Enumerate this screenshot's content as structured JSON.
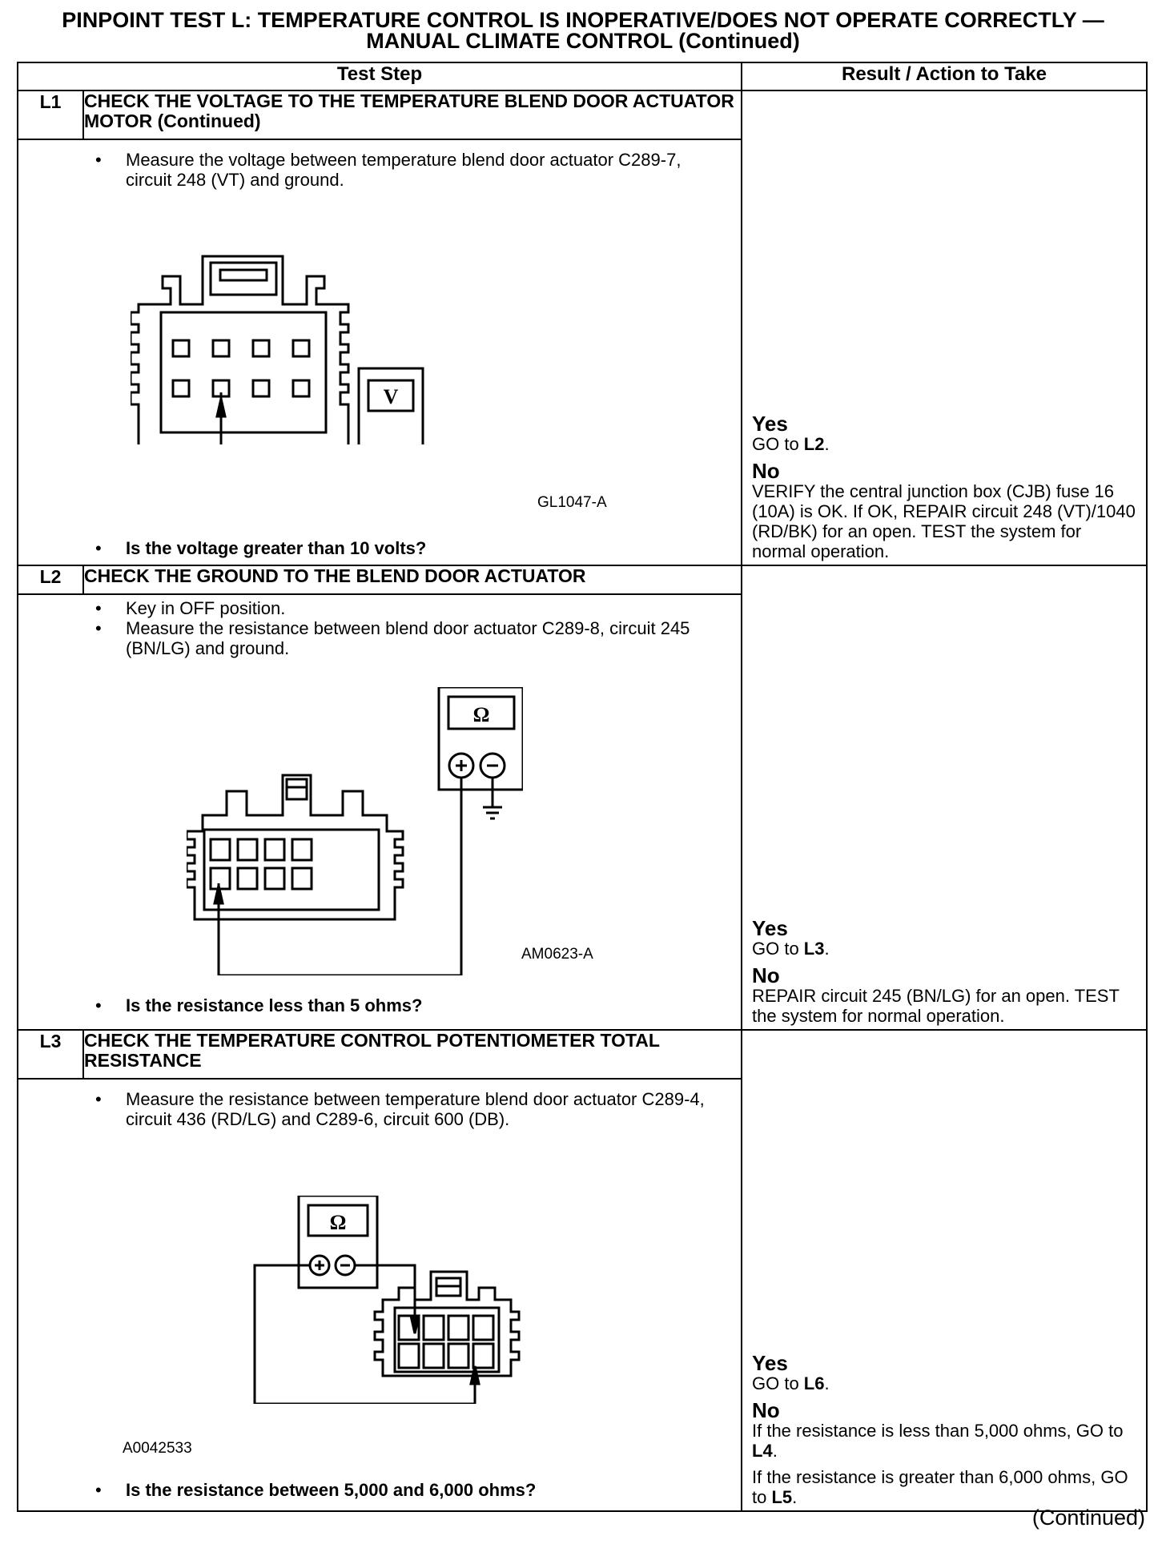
{
  "title": {
    "line1": "PINPOINT TEST  L: TEMPERATURE CONTROL IS INOPERATIVE/DOES NOT OPERATE CORRECTLY —",
    "line2": "MANUAL CLIMATE CONTROL (Continued)"
  },
  "table": {
    "header_step": "Test Step",
    "header_result": "Result / Action to Take"
  },
  "steps": [
    {
      "id": "L1",
      "name": "CHECK THE VOLTAGE TO THE TEMPERATURE BLEND DOOR ACTUATOR MOTOR (Continued)",
      "bullet1": "Measure the voltage between temperature blend door actuator C289-7, circuit 248 (VT) and ground.",
      "figure_code": "GL1047-A",
      "meter_symbol": "V",
      "question": "Is the voltage greater than 10 volts?",
      "yes_label": "Yes",
      "yes_text": "GO to ",
      "yes_target": "L2",
      "no_label": "No",
      "no_text": "VERIFY the central junction box (CJB) fuse 16 (10A) is OK. If OK, REPAIR circuit 248 (VT)/1040 (RD/BK) for an open. TEST the system for normal operation."
    },
    {
      "id": "L2",
      "name": "CHECK THE GROUND TO THE BLEND DOOR ACTUATOR",
      "bullet1": "Key in OFF position.",
      "bullet2": "Measure the resistance between blend door actuator C289-8, circuit 245 (BN/LG) and ground.",
      "figure_code": "AM0623-A",
      "meter_symbol": "Ω",
      "question": "Is the resistance less than 5 ohms?",
      "yes_label": "Yes",
      "yes_text": "GO to ",
      "yes_target": "L3",
      "no_label": "No",
      "no_text": "REPAIR circuit 245 (BN/LG) for an open. TEST the system for normal operation."
    },
    {
      "id": "L3",
      "name": "CHECK THE TEMPERATURE CONTROL POTENTIOMETER TOTAL RESISTANCE",
      "bullet1": "Measure the resistance between temperature blend door actuator C289-4, circuit 436 (RD/LG) and C289-6, circuit 600 (DB).",
      "figure_code": "A0042533",
      "meter_symbol": "Ω",
      "question": "Is the resistance between 5,000 and 6,000 ohms?",
      "yes_label": "Yes",
      "yes_text": "GO to ",
      "yes_target": "L6",
      "no_label": "No",
      "no_text1_prefix": "If the resistance is less than 5,000 ohms, GO to ",
      "no_text1_target": "L4",
      "no_text2_prefix": "If the resistance is greater than 6,000 ohms, GO to ",
      "no_text2_target": "L5"
    }
  ],
  "footer": {
    "continued": "(Continued)"
  }
}
